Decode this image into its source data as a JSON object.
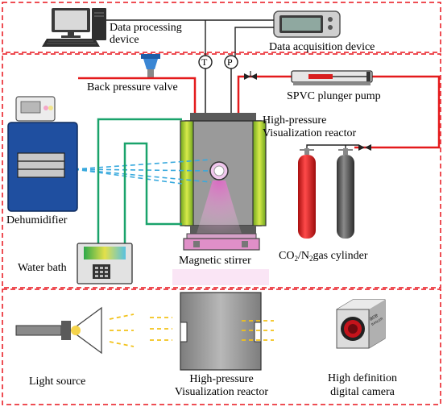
{
  "labels": {
    "data_processing_line1": "Data processing",
    "data_processing_line2": "device",
    "data_acquisition": "Data acquisition device",
    "back_pressure_valve": "Back pressure valve",
    "plunger_pump": "SPVC plunger pump",
    "reactor_line1": "High-pressure",
    "reactor_line2": "Visualization reactor",
    "dehumidifier": "Dehumidifier",
    "magnetic_stirrer": "Magnetic stirrer",
    "water_bath": "Water bath",
    "cylinder_co": "CO",
    "cylinder_sub1": "2",
    "cylinder_slash_n": "/N",
    "cylinder_sub2": "2",
    "cylinder_rest": "gas cylinder",
    "light_source": "Light source",
    "reactor2_line1": "High-pressure",
    "reactor2_line2": "Visualization reactor",
    "camera_line1": "High definition",
    "camera_line2": "digital camera",
    "temp_gauge": "T",
    "pressure_gauge": "P",
    "camera_brand_1": "ace",
    "camera_brand_2": "BASLER"
  },
  "colors": {
    "dashed_border": "#e8141b",
    "pipe_red": "#e41a1c",
    "pipe_green": "#1aa36b",
    "pipe_dark": "#222222",
    "cyan_beam": "#38a9dd",
    "light_beam": "#f2c21a",
    "dehumidifier_blue": "#1f4fa0",
    "cylinder_red": "#d81e1e",
    "cylinder_gray": "#555555",
    "stirrer_pink": "#e08fc8",
    "reactor_gray": "#9a9a9a",
    "jacket_green": "#b5d334"
  }
}
